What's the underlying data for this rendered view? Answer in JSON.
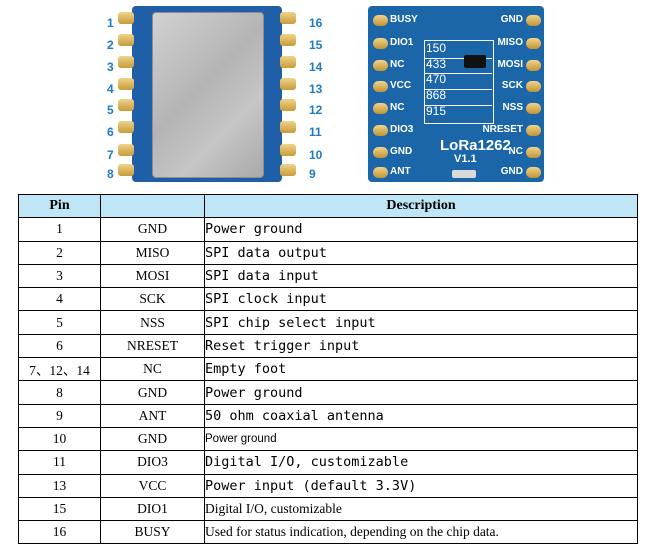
{
  "front_module": {
    "left_pins": [
      "1",
      "2",
      "3",
      "4",
      "5",
      "6",
      "7",
      "8"
    ],
    "right_pins": [
      "16",
      "15",
      "14",
      "13",
      "12",
      "11",
      "10",
      "9"
    ]
  },
  "back_module": {
    "left_labels": [
      "BUSY",
      "DIO1",
      "NC",
      "VCC",
      "NC",
      "DIO3",
      "GND",
      "ANT"
    ],
    "right_labels": [
      "GND",
      "MISO",
      "MOSI",
      "SCK",
      "NSS",
      "NRESET",
      "NC",
      "GND"
    ],
    "frequencies": [
      "150",
      "433",
      "470",
      "868",
      "915"
    ],
    "chip_name": "LoRa1262",
    "version": "V1.1"
  },
  "table": {
    "headers": [
      "Pin",
      "",
      "Description"
    ],
    "rows": [
      {
        "pin": "1",
        "name": "GND",
        "desc": "Power ground",
        "style": "mono"
      },
      {
        "pin": "2",
        "name": "MISO",
        "desc": "SPI data output",
        "style": "mono"
      },
      {
        "pin": "3",
        "name": "MOSI",
        "desc": "SPI data input",
        "style": "mono"
      },
      {
        "pin": "4",
        "name": "SCK",
        "desc": "SPI clock input",
        "style": "mono"
      },
      {
        "pin": "5",
        "name": "NSS",
        "desc": "SPI chip select input",
        "style": "mono"
      },
      {
        "pin": "6",
        "name": "NRESET",
        "desc": "Reset trigger input",
        "style": "mono"
      },
      {
        "pin": "7、12、14",
        "name": "NC",
        "desc": "Empty foot",
        "style": "mono"
      },
      {
        "pin": "8",
        "name": "GND",
        "desc": "Power ground",
        "style": "mono"
      },
      {
        "pin": "9",
        "name": "ANT",
        "desc": "50 ohm coaxial antenna",
        "style": "mono"
      },
      {
        "pin": "10",
        "name": "GND",
        "desc": "Power ground",
        "style": "small"
      },
      {
        "pin": "11",
        "name": "DIO3",
        "desc": "Digital I/O, customizable",
        "style": "mono"
      },
      {
        "pin": "13",
        "name": "VCC",
        "desc": "Power input (default 3.3V)",
        "style": "mono"
      },
      {
        "pin": "15",
        "name": "DIO1",
        "desc": "Digital I/O, customizable",
        "style": "serif"
      },
      {
        "pin": "16",
        "name": "BUSY",
        "desc": "Used for status indication, depending on the chip data.",
        "style": "serif"
      }
    ]
  }
}
